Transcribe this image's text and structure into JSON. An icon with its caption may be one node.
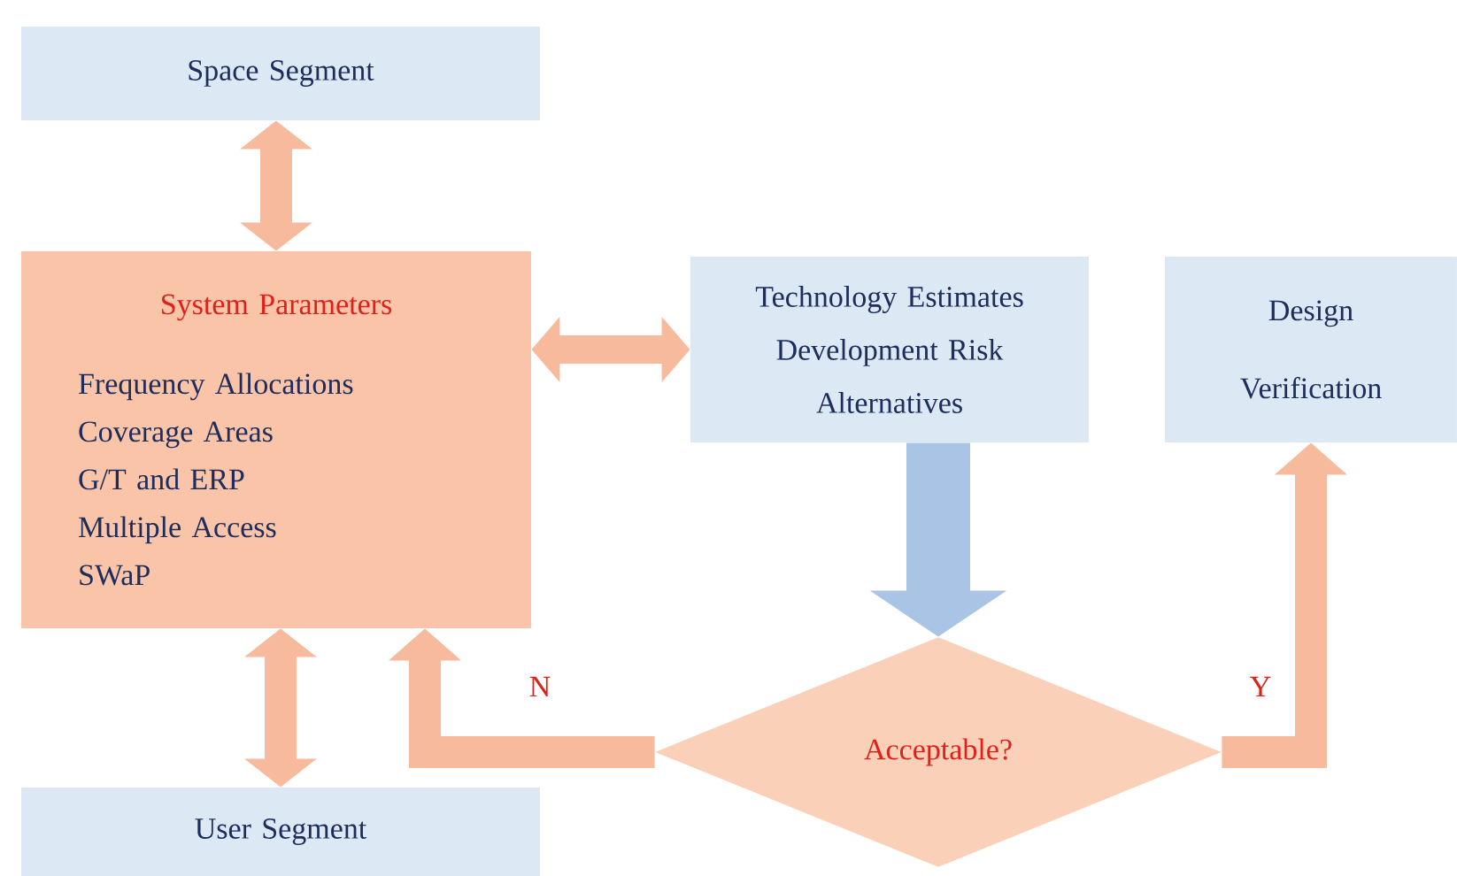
{
  "diagram": {
    "nodes": [
      {
        "text": [
          "Space Segment"
        ]
      },
      {
        "text": [
          "System Parameters",
          "Frequency Allocations",
          "Coverage Areas",
          "G/T and ERP",
          "Multiple Access",
          "SWaP"
        ]
      },
      {
        "text": [
          "Technology Estimates",
          "Development Risk",
          "Alternatives"
        ]
      },
      {
        "text": [
          "Design Verification"
        ]
      },
      {
        "text": [
          "Acceptable?"
        ]
      },
      {
        "text": [
          "User Segment"
        ]
      }
    ],
    "edges": [
      {
        "from": 0,
        "to": 1,
        "arrow": "both"
      },
      {
        "from": 1,
        "to": 2,
        "arrow": "both"
      },
      {
        "from": 2,
        "to": 4,
        "arrow": "to",
        "style": "thick",
        "color": "#aac4e6"
      },
      {
        "from": 4,
        "to": 1,
        "arrow": "to",
        "label": "N"
      },
      {
        "from": 4,
        "to": 3,
        "arrow": "to",
        "label": "Y"
      },
      {
        "from": 1,
        "to": 5,
        "arrow": "both"
      }
    ]
  }
}
